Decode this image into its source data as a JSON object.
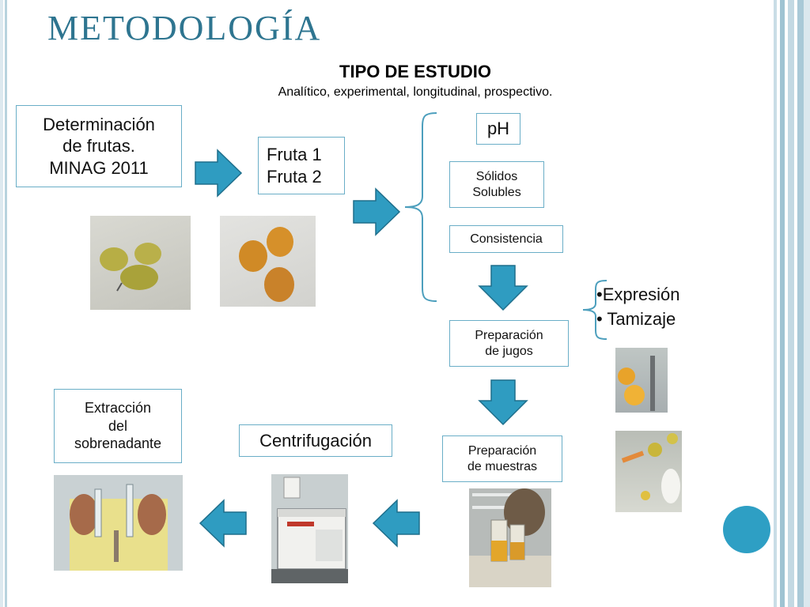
{
  "slide": {
    "title": "METODOLOGÍA",
    "study_type_title": "TIPO DE ESTUDIO",
    "study_type_desc": "Analítico, experimental, longitudinal, prospectivo."
  },
  "boxes": {
    "determination": "Determinación\nde frutas.\nMINAG 2011",
    "fruits": "Fruta 1\nFruta 2",
    "ph": "pH",
    "solids": "Sólidos\nSolubles",
    "consistency": "Consistencia",
    "juice_prep": "Preparación\nde jugos",
    "sample_prep": "Preparación\nde muestras",
    "centrifugation": "Centrifugación",
    "extraction": "Extracción\ndel\nsobrenadante"
  },
  "juice_steps": [
    "•Expresión",
    "• Tamizaje"
  ],
  "colors": {
    "title": "#2e7590",
    "arrow_fill": "#2f9cc1",
    "arrow_stroke": "#1f6f8c",
    "box_border": "#6aaec7",
    "circle": "#2e9fc4"
  },
  "icons": {
    "arrow": "block-arrow",
    "brace": "curly-brace"
  }
}
